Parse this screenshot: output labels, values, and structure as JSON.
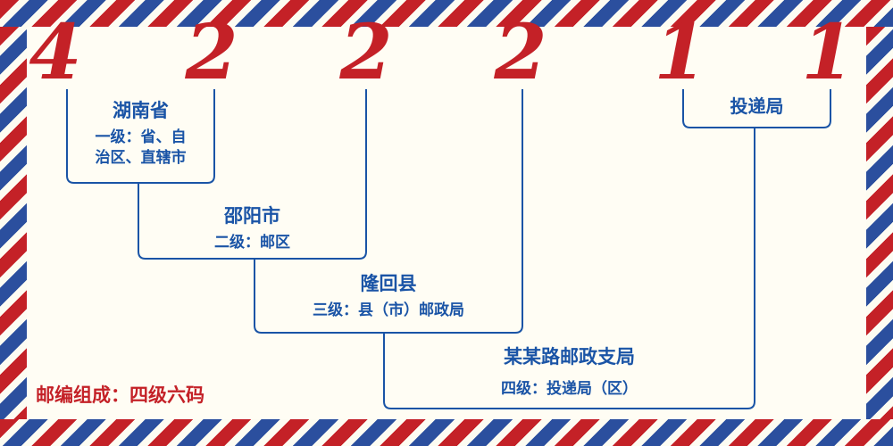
{
  "colors": {
    "red": "#c42127",
    "blue": "#1a54a6",
    "background": "#fffdf4"
  },
  "postal_code": {
    "digits": [
      "4",
      "2",
      "2",
      "2",
      "1",
      "1"
    ]
  },
  "levels": {
    "level1": {
      "region": "湖南省",
      "desc_line1": "一级：省、自",
      "desc_line2": "治区、直辖市"
    },
    "level2": {
      "region": "邵阳市",
      "desc": "二级：邮区"
    },
    "level3": {
      "region": "隆回县",
      "desc": "三级：县（市）邮政局"
    },
    "level4": {
      "region": "某某路邮政支局",
      "desc": "四级：投递局（区）"
    },
    "delivery_office": {
      "label": "投递局"
    }
  },
  "footer": {
    "composition_note": "邮编组成：四级六码"
  }
}
